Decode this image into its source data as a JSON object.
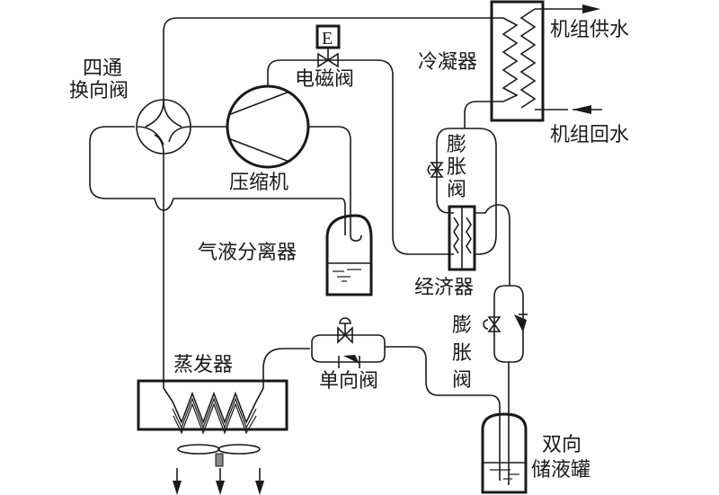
{
  "diagram": {
    "type": "heat-pump refrigeration cycle schematic",
    "labels": {
      "four_way_valve_line1": "四通",
      "four_way_valve_line2": "换向阀",
      "solenoid_valve": "电磁阀",
      "solenoid_symbol": "E",
      "compressor": "压缩机",
      "gas_liquid_separator": "气液分离器",
      "condenser": "冷凝器",
      "unit_supply_water": "机组供水",
      "unit_return_water": "机组回水",
      "expansion_valve_upper": [
        "膨",
        "胀",
        "阀"
      ],
      "economizer": "经济器",
      "expansion_valve_lower": [
        "膨",
        "胀",
        "阀"
      ],
      "evaporator": "蒸发器",
      "check_valve": "单向阀",
      "bidirectional_receiver_line1": "双向",
      "bidirectional_receiver_line2": "储液罐"
    },
    "colors": {
      "stroke": "#1a1a1a",
      "background": "#ffffff"
    }
  }
}
